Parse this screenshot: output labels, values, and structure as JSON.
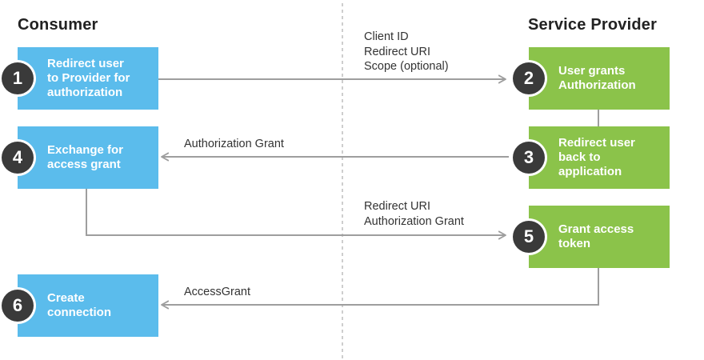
{
  "headings": {
    "consumer": "Consumer",
    "provider": "Service Provider"
  },
  "steps": [
    {
      "number": "1",
      "text": "Redirect user\nto Provider for\nauthorization",
      "side": "consumer"
    },
    {
      "number": "2",
      "text": "User grants\nAuthorization",
      "side": "provider"
    },
    {
      "number": "3",
      "text": "Redirect user\nback to\napplication",
      "side": "provider"
    },
    {
      "number": "4",
      "text": "Exchange for\naccess grant",
      "side": "consumer"
    },
    {
      "number": "5",
      "text": "Grant access\ntoken",
      "side": "provider"
    },
    {
      "number": "6",
      "text": "Create\nconnection",
      "side": "consumer"
    }
  ],
  "arrow_labels": {
    "step1_to_2": "Client ID\nRedirect URI\nScope (optional)",
    "step3_to_4": "Authorization Grant",
    "step4_to_5": "Redirect URI\nAuthorization Grant",
    "step5_to_6": "AccessGrant"
  },
  "colors": {
    "consumer": "#5bbcec",
    "provider": "#8bc34a",
    "badge": "#3a3a3a",
    "line": "#9e9e9e"
  }
}
